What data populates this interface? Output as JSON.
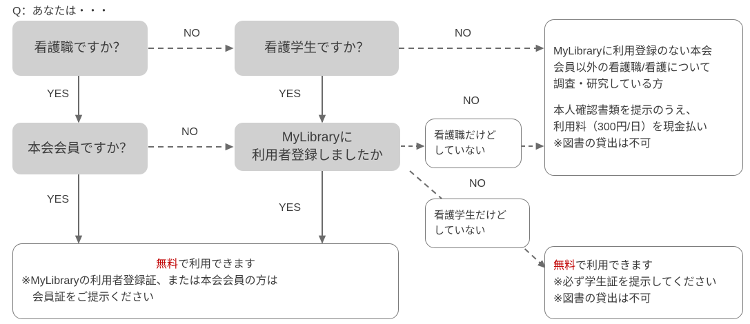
{
  "title": "Q：あなたは・・・",
  "nodes": {
    "q1": {
      "text": "看護職ですか？"
    },
    "q2": {
      "text": "看護学生ですか？"
    },
    "q3": {
      "text": "本会会員ですか？"
    },
    "q4": {
      "line1": "MyLibraryに",
      "line2": "利用者登録しましたか"
    },
    "note_nurse": {
      "line1": "看護職だけど",
      "line2": "していない"
    },
    "note_student": {
      "line1": "看護学生だけど",
      "line2": "していない"
    },
    "result_paid": {
      "line1": "MyLibraryに利用登録のない本会",
      "line2": "会員以外の看護職/看護について",
      "line3": "調査・研究している方",
      "line4": "本人確認書類を提示のうえ、",
      "line5": "利用料（300円/日）を現金払い",
      "line6": "※図書の貸出は不可"
    },
    "result_free_member": {
      "line1_free": "無料",
      "line1_rest": "で利用できます",
      "line2": "※MyLibraryの利用者登録証、または本会会員の方は",
      "line3": "　会員証をご提示ください"
    },
    "result_free_student": {
      "line1_free": "無料",
      "line1_rest": "で利用できます",
      "line2": "※必ず学生証を提示してください",
      "line3": "※図書の貸出は不可"
    }
  },
  "edges": {
    "q1_no": "NO",
    "q1_yes": "YES",
    "q2_no": "NO",
    "q2_yes": "YES",
    "q3_no": "NO",
    "q3_yes": "YES",
    "q4_yes": "YES",
    "q4_no_nurse": "NO",
    "q4_no_student": "NO"
  },
  "colors": {
    "node_fill": "#d0d0d0",
    "node_border": "#7b7b7b",
    "text": "#3c3c3c",
    "accent_red": "#c00000",
    "arrow": "#6b6b6b"
  }
}
